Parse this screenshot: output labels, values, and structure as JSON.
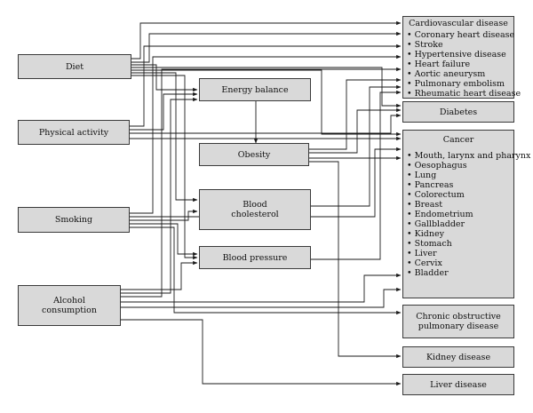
{
  "causes": {
    "diet": "Diet",
    "physical_activity": "Physical activity",
    "smoking": "Smoking",
    "alcohol": [
      "Alcohol",
      "consumption"
    ]
  },
  "intermediates": {
    "energy_balance": "Energy balance",
    "obesity": "Obesity",
    "blood_cholesterol": [
      "Blood",
      "cholesterol"
    ],
    "blood_pressure": "Blood pressure"
  },
  "outcomes": {
    "cardiovascular": {
      "title": "Cardiovascular disease",
      "items": [
        "Coronary heart disease",
        "Stroke",
        "Hypertensive disease",
        "Heart failure",
        "Aortic aneurysm",
        "Pulmonary embolism",
        "Rheumatic heart disease"
      ]
    },
    "diabetes": "Diabetes",
    "cancer": {
      "title": "Cancer",
      "items": [
        "Mouth, larynx and pharynx",
        "Oesophagus",
        "Lung",
        "Pancreas",
        "Colorectum",
        "Breast",
        "Endometrium",
        "Gallbladder",
        "Kidney",
        "Stomach",
        "Liver",
        "Cervix",
        "Bladder"
      ]
    },
    "copd": [
      "Chronic obstructive",
      "pulmonary disease"
    ],
    "kidney": "Kidney disease",
    "liver": "Liver disease"
  },
  "colors": {
    "box_fill": "#d9d9d9",
    "box_border": "#3a3a3a",
    "line": "#1a1a1a"
  }
}
